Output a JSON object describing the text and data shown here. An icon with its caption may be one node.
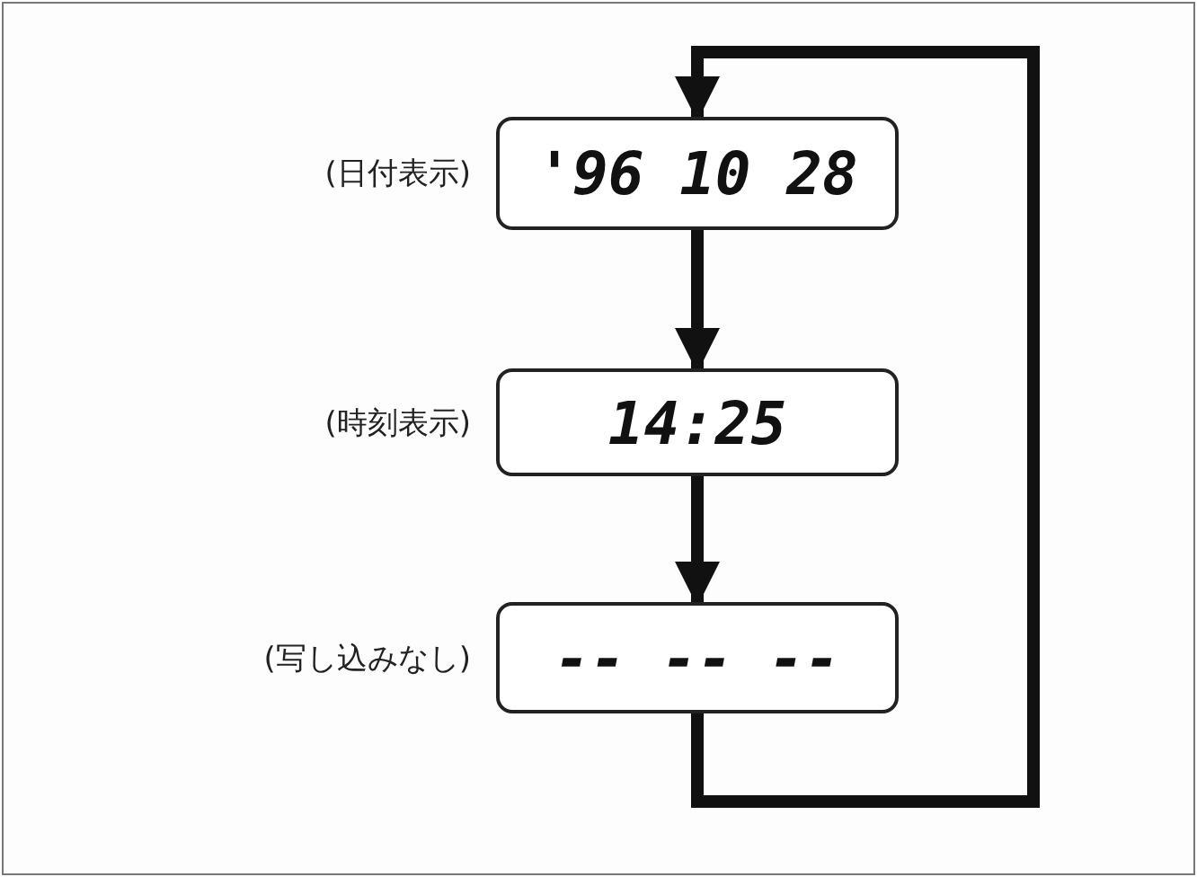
{
  "diagram": {
    "nodes": [
      {
        "text": [
          "'96 10 28"
        ],
        "beside": [
          "(日付表示)"
        ]
      },
      {
        "text": [
          "14:25"
        ],
        "beside": [
          "(時刻表示)"
        ]
      },
      {
        "text": [
          "-- -- --"
        ],
        "beside": [
          "(写し込みなし)"
        ]
      }
    ],
    "edges": [
      {
        "from": 2,
        "to": 0,
        "arrow": "to"
      },
      {
        "from": 0,
        "to": 1,
        "arrow": "to"
      },
      {
        "from": 1,
        "to": 2,
        "arrow": "to"
      }
    ]
  }
}
